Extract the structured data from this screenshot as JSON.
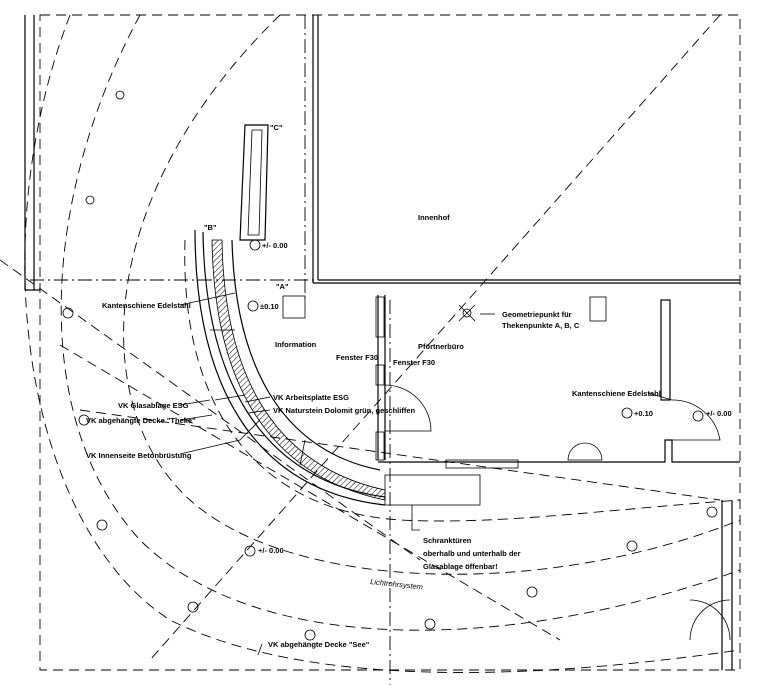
{
  "drawing": {
    "section_markers": {
      "a": "\"A\"",
      "b": "\"B\"",
      "c": "\"C\""
    },
    "rooms": {
      "innenhof": "Innenhof",
      "information": "Information",
      "pfoertnerbuero": "Pförtnerbüro"
    },
    "levels": {
      "level_top": "+/- 0.00",
      "level_info": "±0.10",
      "level_right_a": "+0.10",
      "level_right_b": "+/- 0.00",
      "level_bottom": "+/- 0.00"
    },
    "labels": {
      "kantenschiene_left": "Kantenschiene Edelstahl",
      "kantenschiene_right": "Kantenschiene Edelstahl",
      "fenster_1": "Fenster F30",
      "fenster_2": "Fenster F30",
      "geometriepunkt_1": "Geometriepunkt für",
      "geometriepunkt_2": "Thekenpunkte A, B, C",
      "glasablage": "VK Glasablage ESG",
      "decke_theke": "VK abgehängte Decke \"Theke\"",
      "arbeitsplatte": "VK Arbeitsplatte ESG",
      "naturstein": "VK Naturstein Dolomit grün, geschliffen",
      "betonbruestung": "VK Innenseite Betonbrüstung",
      "schrank_1": "Schranktüren",
      "schrank_2": "oberhalb und unterhalb der",
      "schrank_3": "Glasablage öffenbar!",
      "lichtrohr": "Lichtrohrsystem",
      "decke_see": "VK abgehängte Decke \"See\""
    }
  }
}
